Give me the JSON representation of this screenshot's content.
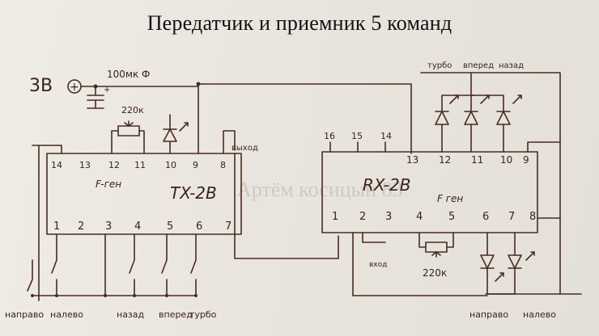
{
  "title": "Передатчик и приемник 5 команд",
  "supply": {
    "voltage": "3В",
    "plus": "+",
    "capacitor": "100мк Ф",
    "cap_plus": "+"
  },
  "tx": {
    "name": "TX-2B",
    "osc": "F-ген",
    "resistor": "220к",
    "output_label": "выход",
    "top_pins": [
      "14",
      "13",
      "12",
      "11",
      "10",
      "9",
      "8"
    ],
    "bottom_pins": [
      "1",
      "2",
      "3",
      "4",
      "5",
      "6",
      "7"
    ],
    "buttons": [
      "направо",
      "налево",
      "назад",
      "вперед",
      "турбо"
    ]
  },
  "rx": {
    "name": "RX-2B",
    "osc": "F ген",
    "resistor": "220к",
    "input_label": "вход",
    "top_left_pins": [
      "16",
      "15",
      "14"
    ],
    "top_pins": [
      "13",
      "12",
      "11",
      "10",
      "9"
    ],
    "bottom_pins": [
      "1",
      "2",
      "3",
      "4",
      "5",
      "6",
      "7",
      "8"
    ],
    "led_labels_top": [
      "турбо",
      "вперед",
      "назад"
    ],
    "led_labels_bottom": [
      "направо",
      "налево"
    ]
  },
  "watermark": "Артём косицын 83"
}
